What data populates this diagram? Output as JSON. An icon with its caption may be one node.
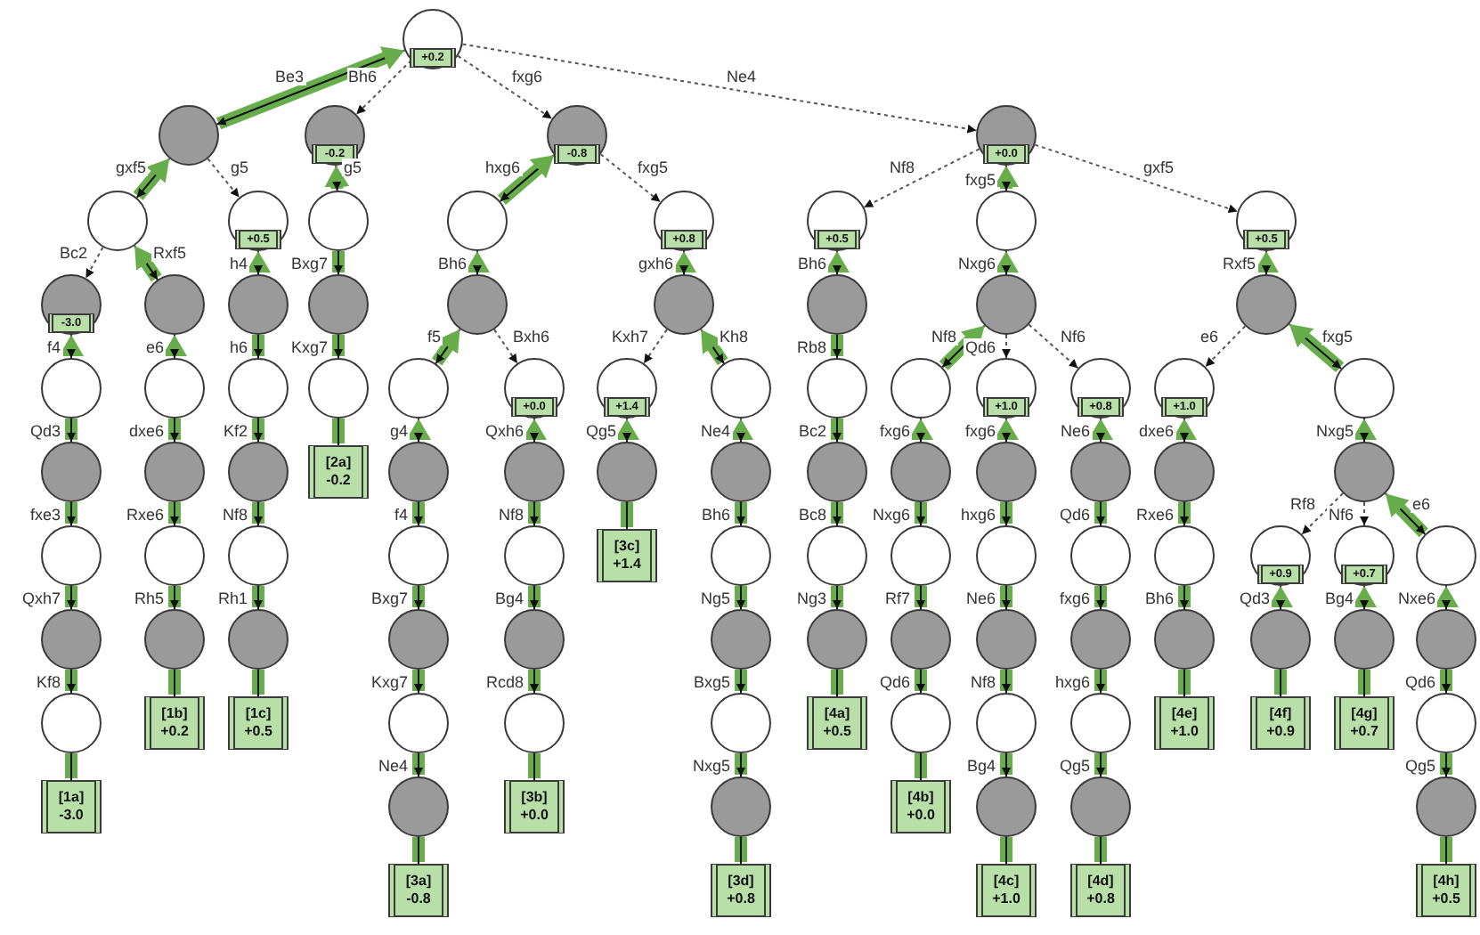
{
  "diagram": {
    "nodes": [
      {
        "text": [
          "+0.2"
        ]
      },
      {
        "text": [],
        "shape": "circle"
      },
      {
        "text": [
          "-0.2"
        ]
      },
      {
        "text": [
          "-0.8"
        ]
      },
      {
        "text": [
          "+0.0"
        ]
      },
      {
        "text": [],
        "shape": "circle"
      },
      {
        "text": [
          "+0.5"
        ]
      },
      {
        "text": [],
        "shape": "circle"
      },
      {
        "text": [],
        "shape": "circle"
      },
      {
        "text": [
          "+0.8"
        ]
      },
      {
        "text": [
          "+0.5"
        ]
      },
      {
        "text": [],
        "shape": "circle"
      },
      {
        "text": [
          "+0.5"
        ]
      },
      {
        "text": [
          "-3.0"
        ]
      },
      {
        "text": [],
        "shape": "circle"
      },
      {
        "text": [],
        "shape": "circle"
      },
      {
        "text": [],
        "shape": "circle"
      },
      {
        "text": [],
        "shape": "circle"
      },
      {
        "text": [],
        "shape": "circle"
      },
      {
        "text": [],
        "shape": "circle"
      },
      {
        "text": [],
        "shape": "circle"
      },
      {
        "text": [],
        "shape": "circle"
      },
      {
        "text": [],
        "shape": "circle"
      },
      {
        "text": [],
        "shape": "circle"
      },
      {
        "text": [],
        "shape": "circle"
      },
      {
        "text": [],
        "shape": "circle"
      },
      {
        "text": [],
        "shape": "circle"
      },
      {
        "text": [
          "+0.0"
        ]
      },
      {
        "text": [
          "+1.4"
        ]
      },
      {
        "text": [],
        "shape": "circle"
      },
      {
        "text": [],
        "shape": "circle"
      },
      {
        "text": [],
        "shape": "circle"
      },
      {
        "text": [
          "+1.0"
        ]
      },
      {
        "text": [
          "+0.8"
        ]
      },
      {
        "text": [
          "+1.0"
        ]
      },
      {
        "text": [],
        "shape": "circle"
      },
      {
        "text": [],
        "shape": "circle"
      },
      {
        "text": [],
        "shape": "circle"
      },
      {
        "text": [],
        "shape": "circle"
      },
      {
        "text": [
          "[2a]",
          "-0.2"
        ]
      },
      {
        "text": [],
        "shape": "circle"
      },
      {
        "text": [],
        "shape": "circle"
      },
      {
        "text": [],
        "shape": "circle"
      },
      {
        "text": [],
        "shape": "circle"
      },
      {
        "text": [],
        "shape": "circle"
      },
      {
        "text": [],
        "shape": "circle"
      },
      {
        "text": [],
        "shape": "circle"
      },
      {
        "text": [],
        "shape": "circle"
      },
      {
        "text": [],
        "shape": "circle"
      },
      {
        "text": [],
        "shape": "circle"
      },
      {
        "text": [],
        "shape": "circle"
      },
      {
        "text": [],
        "shape": "circle"
      },
      {
        "text": [],
        "shape": "circle"
      },
      {
        "text": [],
        "shape": "circle"
      },
      {
        "text": [],
        "shape": "circle"
      },
      {
        "text": [
          "[3c]",
          "+1.4"
        ]
      },
      {
        "text": [],
        "shape": "circle"
      },
      {
        "text": [],
        "shape": "circle"
      },
      {
        "text": [],
        "shape": "circle"
      },
      {
        "text": [],
        "shape": "circle"
      },
      {
        "text": [],
        "shape": "circle"
      },
      {
        "text": [],
        "shape": "circle"
      },
      {
        "text": [
          "+0.9"
        ]
      },
      {
        "text": [
          "+0.7"
        ]
      },
      {
        "text": [],
        "shape": "circle"
      },
      {
        "text": [],
        "shape": "circle"
      },
      {
        "text": [],
        "shape": "circle"
      },
      {
        "text": [],
        "shape": "circle"
      },
      {
        "text": [],
        "shape": "circle"
      },
      {
        "text": [],
        "shape": "circle"
      },
      {
        "text": [],
        "shape": "circle"
      },
      {
        "text": [],
        "shape": "circle"
      },
      {
        "text": [],
        "shape": "circle"
      },
      {
        "text": [],
        "shape": "circle"
      },
      {
        "text": [],
        "shape": "circle"
      },
      {
        "text": [],
        "shape": "circle"
      },
      {
        "text": [],
        "shape": "circle"
      },
      {
        "text": [],
        "shape": "circle"
      },
      {
        "text": [],
        "shape": "circle"
      },
      {
        "text": [],
        "shape": "circle"
      },
      {
        "text": [
          "[1b]",
          "+0.2"
        ]
      },
      {
        "text": [
          "[1c]",
          "+0.5"
        ]
      },
      {
        "text": [],
        "shape": "circle"
      },
      {
        "text": [],
        "shape": "circle"
      },
      {
        "text": [],
        "shape": "circle"
      },
      {
        "text": [
          "[4a]",
          "+0.5"
        ]
      },
      {
        "text": [],
        "shape": "circle"
      },
      {
        "text": [],
        "shape": "circle"
      },
      {
        "text": [],
        "shape": "circle"
      },
      {
        "text": [
          "[4e]",
          "+1.0"
        ]
      },
      {
        "text": [
          "[4f]",
          "+0.9"
        ]
      },
      {
        "text": [
          "[4g]",
          "+0.7"
        ]
      },
      {
        "text": [],
        "shape": "circle"
      },
      {
        "text": [
          "[1a]",
          "-3.0"
        ]
      },
      {
        "text": [],
        "shape": "circle"
      },
      {
        "text": [
          "[3b]",
          "+0.0"
        ]
      },
      {
        "text": [],
        "shape": "circle"
      },
      {
        "text": [
          "[4b]",
          "+0.0"
        ]
      },
      {
        "text": [],
        "shape": "circle"
      },
      {
        "text": [],
        "shape": "circle"
      },
      {
        "text": [],
        "shape": "circle"
      },
      {
        "text": [
          "[3a]",
          "-0.8"
        ]
      },
      {
        "text": [
          "[3d]",
          "+0.8"
        ]
      },
      {
        "text": [
          "[4c]",
          "+1.0"
        ]
      },
      {
        "text": [
          "[4d]",
          "+0.8"
        ]
      },
      {
        "text": [
          "[4h]",
          "+0.5"
        ]
      }
    ],
    "edges": [
      {
        "from": 0,
        "to": 1,
        "arrow": "both",
        "label": "Be3"
      },
      {
        "from": 0,
        "to": 2,
        "arrow": "to",
        "label": "Bh6",
        "style": "dashed",
        "color": "#555555"
      },
      {
        "from": 0,
        "to": 3,
        "arrow": "to",
        "label": "fxg6",
        "style": "dashed",
        "color": "#555555"
      },
      {
        "from": 0,
        "to": 4,
        "arrow": "to",
        "label": "Ne4",
        "style": "dashed",
        "color": "#555555"
      },
      {
        "from": 1,
        "to": 5,
        "arrow": "both",
        "label": "gxf5"
      },
      {
        "from": 1,
        "to": 6,
        "arrow": "to",
        "label": "g5",
        "style": "dashed",
        "color": "#555555"
      },
      {
        "from": 2,
        "to": 7,
        "arrow": "both",
        "label": "g5"
      },
      {
        "from": 3,
        "to": 8,
        "arrow": "both",
        "label": "hxg6"
      },
      {
        "from": 3,
        "to": 9,
        "arrow": "to",
        "label": "fxg5",
        "style": "dashed",
        "color": "#555555"
      },
      {
        "from": 4,
        "to": 10,
        "arrow": "to",
        "label": "Nf8",
        "style": "dashed",
        "color": "#555555"
      },
      {
        "from": 4,
        "to": 11,
        "arrow": "both",
        "label": "fxg5"
      },
      {
        "from": 4,
        "to": 12,
        "arrow": "to",
        "label": "gxf5",
        "style": "dashed",
        "color": "#555555"
      },
      {
        "from": 5,
        "to": 13,
        "arrow": "to",
        "label": "Bc2",
        "style": "dashed",
        "color": "#555555"
      },
      {
        "from": 5,
        "to": 14,
        "arrow": "both",
        "label": "Rxf5"
      },
      {
        "from": 6,
        "to": 15,
        "arrow": "both",
        "label": "h4"
      },
      {
        "from": 7,
        "to": 16,
        "arrow": "to",
        "label": "Bxg7"
      },
      {
        "from": 8,
        "to": 17,
        "arrow": "both",
        "label": "Bh6"
      },
      {
        "from": 9,
        "to": 18,
        "arrow": "both",
        "label": "gxh6"
      },
      {
        "from": 10,
        "to": 19,
        "arrow": "both",
        "label": "Bh6"
      },
      {
        "from": 11,
        "to": 20,
        "arrow": "both",
        "label": "Nxg6"
      },
      {
        "from": 12,
        "to": 21,
        "arrow": "both",
        "label": "Rxf5"
      },
      {
        "from": 13,
        "to": 22,
        "arrow": "both",
        "label": "f4"
      },
      {
        "from": 14,
        "to": 23,
        "arrow": "both",
        "label": "e6"
      },
      {
        "from": 15,
        "to": 24,
        "arrow": "to",
        "label": "h6"
      },
      {
        "from": 16,
        "to": 25,
        "arrow": "to",
        "label": "Kxg7"
      },
      {
        "from": 17,
        "to": 26,
        "arrow": "both",
        "label": "f5"
      },
      {
        "from": 17,
        "to": 27,
        "arrow": "to",
        "label": "Bxh6",
        "style": "dashed",
        "color": "#555555"
      },
      {
        "from": 18,
        "to": 28,
        "arrow": "to",
        "label": "Kxh7",
        "style": "dashed",
        "color": "#555555"
      },
      {
        "from": 18,
        "to": 29,
        "arrow": "both",
        "label": "Kh8"
      },
      {
        "from": 19,
        "to": 30,
        "arrow": "to",
        "label": "Rb8"
      },
      {
        "from": 20,
        "to": 31,
        "arrow": "both",
        "label": "Nf8"
      },
      {
        "from": 20,
        "to": 32,
        "arrow": "to",
        "label": "Qd6",
        "style": "dashed",
        "color": "#555555"
      },
      {
        "from": 20,
        "to": 33,
        "arrow": "to",
        "label": "Nf6",
        "style": "dashed",
        "color": "#555555"
      },
      {
        "from": 21,
        "to": 34,
        "arrow": "to",
        "label": "e6",
        "style": "dashed",
        "color": "#555555"
      },
      {
        "from": 21,
        "to": 35,
        "arrow": "both",
        "label": "fxg5"
      },
      {
        "from": 22,
        "to": 36,
        "arrow": "to",
        "label": "Qd3"
      },
      {
        "from": 23,
        "to": 37,
        "arrow": "to",
        "label": "dxe6"
      },
      {
        "from": 24,
        "to": 38,
        "arrow": "to",
        "label": "Kf2"
      },
      {
        "from": 25,
        "to": 39,
        "arrow": "none"
      },
      {
        "from": 26,
        "to": 40,
        "arrow": "both",
        "label": "g4"
      },
      {
        "from": 27,
        "to": 41,
        "arrow": "both",
        "label": "Qxh6"
      },
      {
        "from": 28,
        "to": 42,
        "arrow": "both",
        "label": "Qg5"
      },
      {
        "from": 29,
        "to": 43,
        "arrow": "both",
        "label": "Ne4"
      },
      {
        "from": 30,
        "to": 44,
        "arrow": "to",
        "label": "Bc2"
      },
      {
        "from": 31,
        "to": 45,
        "arrow": "both",
        "label": "fxg6"
      },
      {
        "from": 32,
        "to": 46,
        "arrow": "both",
        "label": "fxg6"
      },
      {
        "from": 33,
        "to": 47,
        "arrow": "both",
        "label": "Ne6"
      },
      {
        "from": 34,
        "to": 48,
        "arrow": "both",
        "label": "dxe6"
      },
      {
        "from": 35,
        "to": 49,
        "arrow": "both",
        "label": "Nxg5"
      },
      {
        "from": 36,
        "to": 50,
        "arrow": "to",
        "label": "fxe3"
      },
      {
        "from": 37,
        "to": 51,
        "arrow": "to",
        "label": "Rxe6"
      },
      {
        "from": 38,
        "to": 52,
        "arrow": "to",
        "label": "Nf8"
      },
      {
        "from": 40,
        "to": 53,
        "arrow": "to",
        "label": "f4"
      },
      {
        "from": 41,
        "to": 54,
        "arrow": "to",
        "label": "Nf8"
      },
      {
        "from": 42,
        "to": 55,
        "arrow": "none"
      },
      {
        "from": 43,
        "to": 56,
        "arrow": "to",
        "label": "Bh6"
      },
      {
        "from": 44,
        "to": 57,
        "arrow": "to",
        "label": "Bc8"
      },
      {
        "from": 45,
        "to": 58,
        "arrow": "to",
        "label": "Nxg6"
      },
      {
        "from": 46,
        "to": 59,
        "arrow": "to",
        "label": "hxg6"
      },
      {
        "from": 47,
        "to": 60,
        "arrow": "to",
        "label": "Qd6"
      },
      {
        "from": 48,
        "to": 61,
        "arrow": "to",
        "label": "Rxe6"
      },
      {
        "from": 49,
        "to": 62,
        "arrow": "to",
        "label": "Rf8",
        "style": "dashed",
        "color": "#555555"
      },
      {
        "from": 49,
        "to": 63,
        "arrow": "to",
        "label": "Nf6",
        "style": "dashed",
        "color": "#555555"
      },
      {
        "from": 49,
        "to": 64,
        "arrow": "both",
        "label": "e6"
      },
      {
        "from": 50,
        "to": 65,
        "arrow": "to",
        "label": "Qxh7"
      },
      {
        "from": 51,
        "to": 66,
        "arrow": "to",
        "label": "Rh5"
      },
      {
        "from": 52,
        "to": 67,
        "arrow": "to",
        "label": "Rh1"
      },
      {
        "from": 53,
        "to": 68,
        "arrow": "to",
        "label": "Bxg7"
      },
      {
        "from": 54,
        "to": 69,
        "arrow": "to",
        "label": "Bg4"
      },
      {
        "from": 56,
        "to": 70,
        "arrow": "to",
        "label": "Ng5"
      },
      {
        "from": 57,
        "to": 71,
        "arrow": "to",
        "label": "Ng3"
      },
      {
        "from": 58,
        "to": 72,
        "arrow": "to",
        "label": "Rf7"
      },
      {
        "from": 59,
        "to": 73,
        "arrow": "to",
        "label": "Ne6"
      },
      {
        "from": 60,
        "to": 74,
        "arrow": "to",
        "label": "fxg6"
      },
      {
        "from": 61,
        "to": 75,
        "arrow": "to",
        "label": "Bh6"
      },
      {
        "from": 62,
        "to": 76,
        "arrow": "both",
        "label": "Qd3"
      },
      {
        "from": 63,
        "to": 77,
        "arrow": "both",
        "label": "Bg4"
      },
      {
        "from": 64,
        "to": 78,
        "arrow": "both",
        "label": "Nxe6"
      },
      {
        "from": 65,
        "to": 79,
        "arrow": "to",
        "label": "Kf8"
      },
      {
        "from": 66,
        "to": 80,
        "arrow": "none"
      },
      {
        "from": 67,
        "to": 81,
        "arrow": "none"
      },
      {
        "from": 68,
        "to": 82,
        "arrow": "to",
        "label": "Kxg7"
      },
      {
        "from": 69,
        "to": 83,
        "arrow": "to",
        "label": "Rcd8"
      },
      {
        "from": 70,
        "to": 84,
        "arrow": "to",
        "label": "Bxg5"
      },
      {
        "from": 71,
        "to": 85,
        "arrow": "none"
      },
      {
        "from": 72,
        "to": 86,
        "arrow": "to",
        "label": "Qd6"
      },
      {
        "from": 73,
        "to": 87,
        "arrow": "to",
        "label": "Nf8"
      },
      {
        "from": 74,
        "to": 88,
        "arrow": "to",
        "label": "hxg6"
      },
      {
        "from": 75,
        "to": 89,
        "arrow": "none"
      },
      {
        "from": 76,
        "to": 90,
        "arrow": "none"
      },
      {
        "from": 77,
        "to": 91,
        "arrow": "none"
      },
      {
        "from": 78,
        "to": 92,
        "arrow": "to",
        "label": "Qd6"
      },
      {
        "from": 79,
        "to": 93,
        "arrow": "none"
      },
      {
        "from": 82,
        "to": 94,
        "arrow": "to",
        "label": "Ne4"
      },
      {
        "from": 83,
        "to": 95,
        "arrow": "none"
      },
      {
        "from": 84,
        "to": 96,
        "arrow": "to",
        "label": "Nxg5"
      },
      {
        "from": 86,
        "to": 97,
        "arrow": "none"
      },
      {
        "from": 87,
        "to": 98,
        "arrow": "to",
        "label": "Bg4"
      },
      {
        "from": 88,
        "to": 99,
        "arrow": "to",
        "label": "Qg5"
      },
      {
        "from": 92,
        "to": 100,
        "arrow": "to",
        "label": "Qg5"
      },
      {
        "from": 94,
        "to": 101,
        "arrow": "none"
      },
      {
        "from": 96,
        "to": 102,
        "arrow": "none"
      },
      {
        "from": 98,
        "to": 103,
        "arrow": "none"
      },
      {
        "from": 99,
        "to": 104,
        "arrow": "none"
      },
      {
        "from": 100,
        "to": 105,
        "arrow": "none"
      }
    ]
  }
}
